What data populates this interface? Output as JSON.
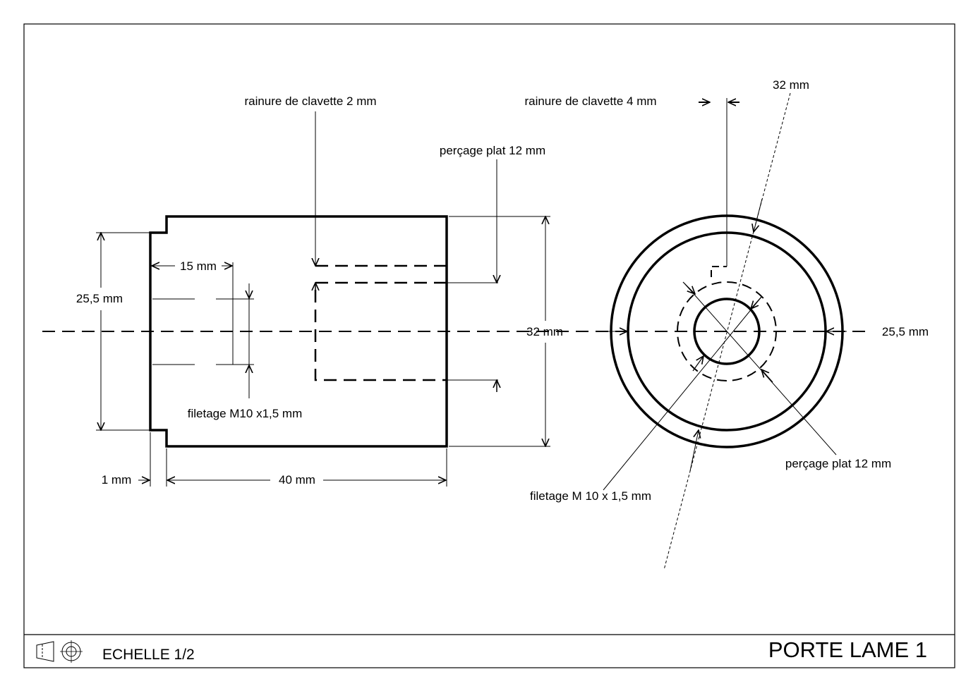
{
  "title_block": {
    "scale": "ECHELLE 1/2",
    "title": "PORTE LAME 1"
  },
  "side_view": {
    "keyway_label": "rainure de clavette 2 mm",
    "flat_bore_label": "perçage plat 12 mm",
    "thread_depth_label": "15 mm",
    "left_diameter_label": "25,5 mm",
    "right_diameter_label": "32 mm",
    "thread_label": "filetage M10 x1,5 mm",
    "shoulder_label": "1 mm",
    "length_label": "40 mm"
  },
  "end_view": {
    "keyway_label": "rainure de clavette 4 mm",
    "outer_diameter_label": "32 mm",
    "inner_diameter_label": "25,5 mm",
    "flat_bore_label": "perçage plat 12 mm",
    "thread_label": "filetage M 10 x 1,5 mm"
  },
  "colors": {
    "line": "#000000",
    "background": "#ffffff"
  },
  "icons": [
    "projection-symbol-icon"
  ]
}
